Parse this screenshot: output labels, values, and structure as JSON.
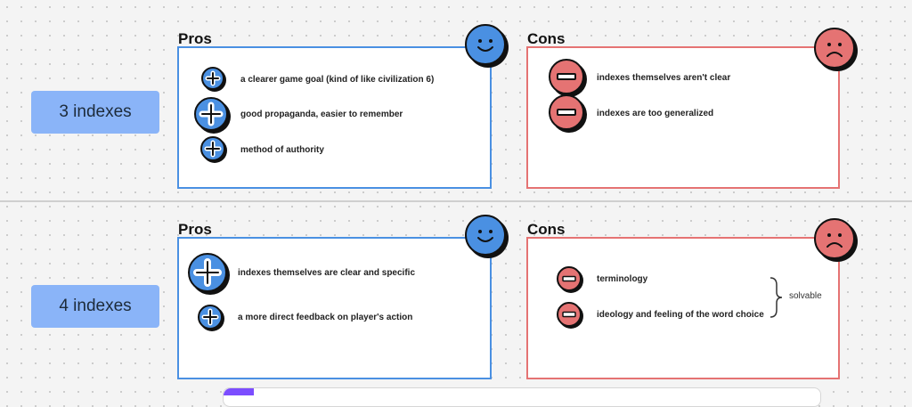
{
  "sections": [
    {
      "label": "3 indexes",
      "pros": {
        "heading": "Pros",
        "items": [
          "a clearer game goal (kind of like civilization 6)",
          "good propaganda, easier to remember",
          "method of authority"
        ]
      },
      "cons": {
        "heading": "Cons",
        "items": [
          "indexes themselves aren't clear",
          "indexes are too generalized"
        ]
      }
    },
    {
      "label": "4 indexes",
      "pros": {
        "heading": "Pros",
        "items": [
          "indexes themselves are clear and specific",
          "a more direct feedback on player's action"
        ]
      },
      "cons": {
        "heading": "Cons",
        "items": [
          "terminology",
          "ideology and feeling of the word choice"
        ],
        "annotation": "solvable"
      }
    }
  ],
  "colors": {
    "pros_accent": "#4a90e2",
    "cons_accent": "#e57373",
    "label_bg": "#8ab4f8"
  },
  "icons": {
    "pros_face": "smiley-face-icon",
    "cons_face": "sad-face-icon",
    "pros_bullet": "plus-icon",
    "cons_bullet": "minus-icon"
  }
}
